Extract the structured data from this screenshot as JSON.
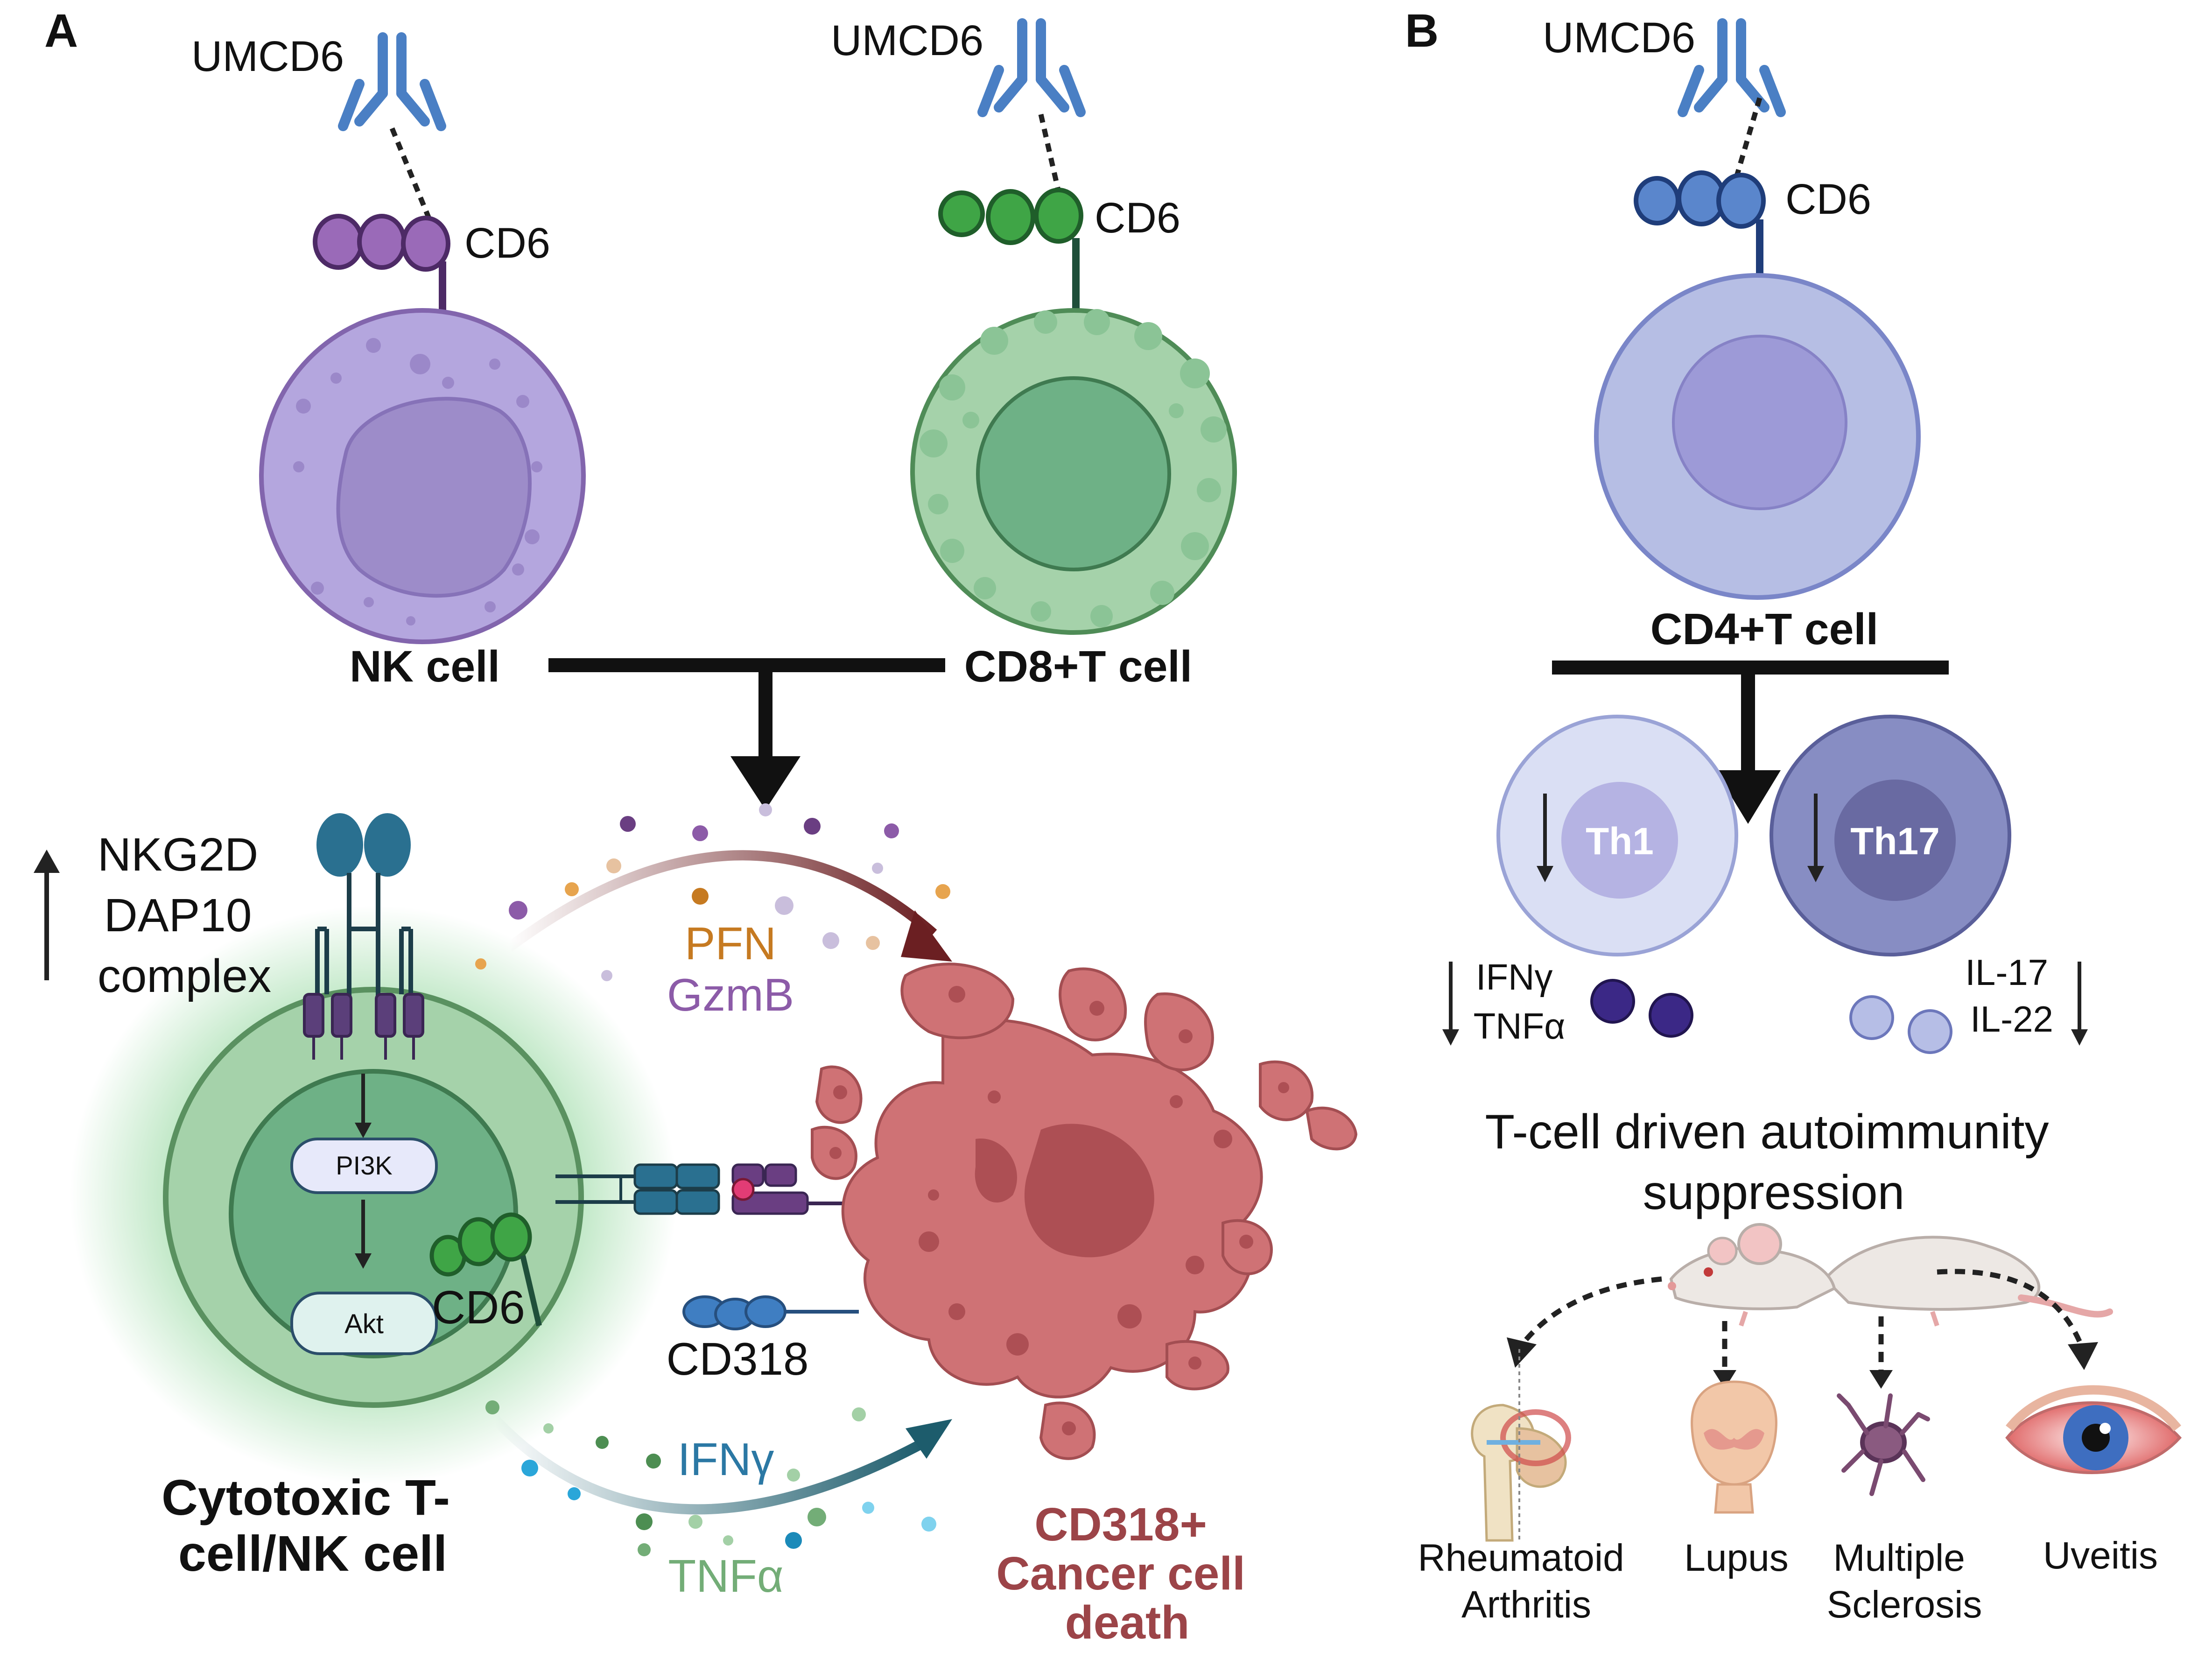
{
  "panel_a": {
    "letter": "A",
    "nk": {
      "antibody_label": "UMCD6",
      "receptor_label": "CD6",
      "cell_label": "NK cell"
    },
    "cd8": {
      "antibody_label": "UMCD6",
      "receptor_label": "CD6",
      "cell_label": "CD8+T cell"
    },
    "effector": {
      "receptor_lines": [
        "NKG2D",
        "DAP10",
        "complex"
      ],
      "pi3k": "PI3K",
      "akt": "Akt",
      "cd6": "CD6",
      "cell_label_lines": [
        "Cytotoxic T-",
        "cell/NK cell"
      ]
    },
    "granules": {
      "line1": "PFN",
      "line2": "GzmB"
    },
    "cytokines": {
      "line1": "IFNγ",
      "line2": "TNFα"
    },
    "cd318_label": "CD318",
    "cancer_label_lines": [
      "CD318+",
      "Cancer cell",
      "death"
    ]
  },
  "panel_b": {
    "letter": "B",
    "antibody_label": "UMCD6",
    "receptor_label": "CD6",
    "cell_label": "CD4+T cell",
    "th1": {
      "label": "Th1",
      "cytokine_lines": [
        "IFNγ",
        "TNFα"
      ]
    },
    "th17": {
      "label": "Th17",
      "cytokine_lines": [
        "IL-17",
        "IL-22"
      ]
    },
    "outcome_lines": [
      "T-cell driven autoimmunity",
      "suppression"
    ],
    "diseases": [
      {
        "lines": [
          "Rheumatoid",
          "Arthritis"
        ]
      },
      {
        "lines": [
          "Lupus"
        ]
      },
      {
        "lines": [
          "Multiple",
          "Sclerosis"
        ]
      },
      {
        "lines": [
          "Uveitis"
        ]
      }
    ]
  },
  "colors": {
    "nk_purple": "#b4a6de",
    "cd8_green": "#a5d2aa",
    "cd4_blue": "#b6bee4",
    "cancer_red": "#cf7275",
    "antibody_blue": "#4a7fc4",
    "pfn_orange": "#c67a21",
    "gzmb_purple": "#8c5ba8",
    "ifng_blue": "#2b78a4",
    "tnfa_green": "#73ad77",
    "cancer_text": "#9c4448"
  }
}
